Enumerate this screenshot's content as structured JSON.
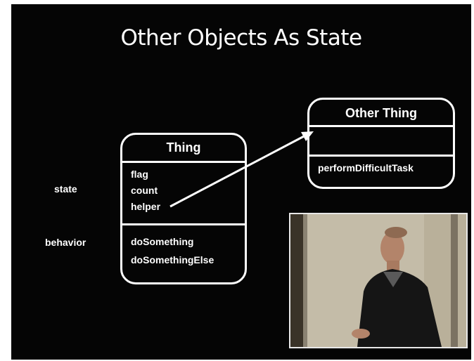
{
  "slide": {
    "title": "Other Objects As State"
  },
  "labels": {
    "state": "state",
    "behavior": "behavior"
  },
  "thing": {
    "name": "Thing",
    "state": [
      "flag",
      "count",
      "helper"
    ],
    "behavior": [
      "doSomething",
      "doSomethingElse"
    ]
  },
  "other_thing": {
    "name": "Other Thing",
    "behavior": [
      "performDifficultTask"
    ]
  },
  "colors": {
    "background": "#050505",
    "foreground": "#ffffff"
  }
}
